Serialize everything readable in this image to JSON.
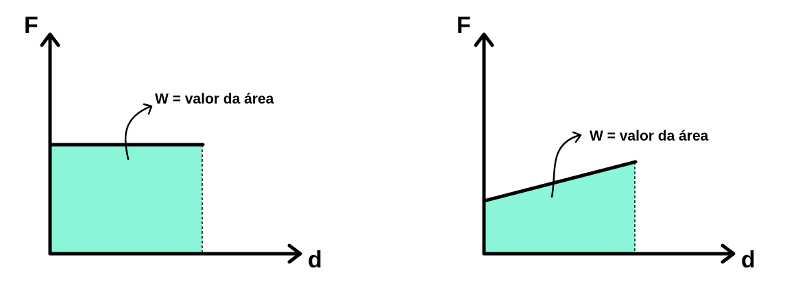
{
  "colors": {
    "area_fill": "#8af5d9",
    "stroke": "#000000"
  },
  "panels": [
    {
      "id": "constant-force",
      "y_axis_label": "F",
      "x_axis_label": "d",
      "annotation": "W = valor da área"
    },
    {
      "id": "increasing-force",
      "y_axis_label": "F",
      "x_axis_label": "d",
      "annotation": "W = valor da área"
    }
  ]
}
